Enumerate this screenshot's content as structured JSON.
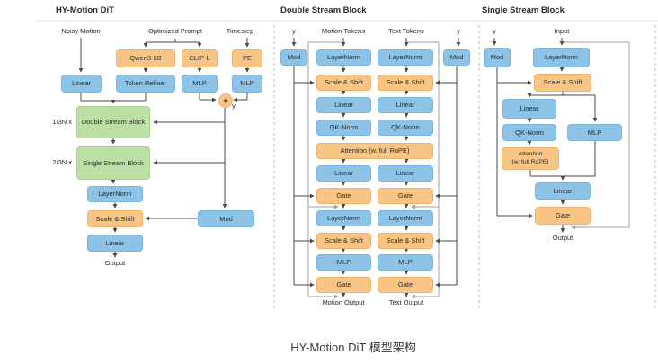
{
  "caption": "HY-Motion DiT 模型架构",
  "colors": {
    "node_blue": "#8CC3E6",
    "node_orange": "#F9C584",
    "node_green": "#BCDFA6"
  },
  "left_panel": {
    "title": "HY-Motion DiT",
    "labels": {
      "noisy_motion": "Noisy Motion",
      "optimized_prompt": "Optimized Prompt",
      "timestep": "Timestep",
      "multiplier_double": "1/3N x",
      "multiplier_single": "2/3N x",
      "plus": "+",
      "y": "y",
      "output": "Output"
    },
    "nodes": {
      "linear_in": "Linear",
      "qwen": "Qwen3-8B",
      "clip": "CLIP-L",
      "pe": "PE",
      "token_refiner": "Token Refiner",
      "mlp_clip": "MLP",
      "mlp_pe": "MLP",
      "double_stream": "Double Stream Block",
      "single_stream": "Single Stream Block",
      "layernorm": "LayerNorm",
      "scale_shift": "Scale & Shift",
      "linear_out": "Linear",
      "mod": "Mod"
    }
  },
  "double_panel": {
    "title": "Double Stream Block",
    "labels": {
      "y_left": "y",
      "y_right": "y",
      "motion_tokens": "Motion Tokens",
      "text_tokens": "Text Tokens",
      "motion_output": "Motion Output",
      "text_output": "Text Output"
    },
    "nodes": {
      "mod_left": "Mod",
      "mod_right": "Mod",
      "layernorm1": "LayerNorm",
      "scale_shift1": "Scale & Shift",
      "linear_qkv": "Linear",
      "qk_norm": "QK-Norm",
      "attention": "Attention (w. full RoPE)",
      "linear_proj": "Linear",
      "gate1": "Gate",
      "layernorm2": "LayerNorm",
      "scale_shift2": "Scale & Shift",
      "mlp": "MLP",
      "gate2": "Gate"
    }
  },
  "single_panel": {
    "title": "Single Stream Block",
    "labels": {
      "y": "y",
      "input": "Input",
      "output": "Output"
    },
    "nodes": {
      "mod": "Mod",
      "layernorm": "LayerNorm",
      "scale_shift": "Scale & Shift",
      "linear_qkv": "Linear",
      "qk_norm": "QK-Norm",
      "mlp": "MLP",
      "attention_line1": "Attention",
      "attention_line2": "(w. full RoPE)",
      "linear_out": "Linear",
      "gate": "Gate"
    }
  }
}
